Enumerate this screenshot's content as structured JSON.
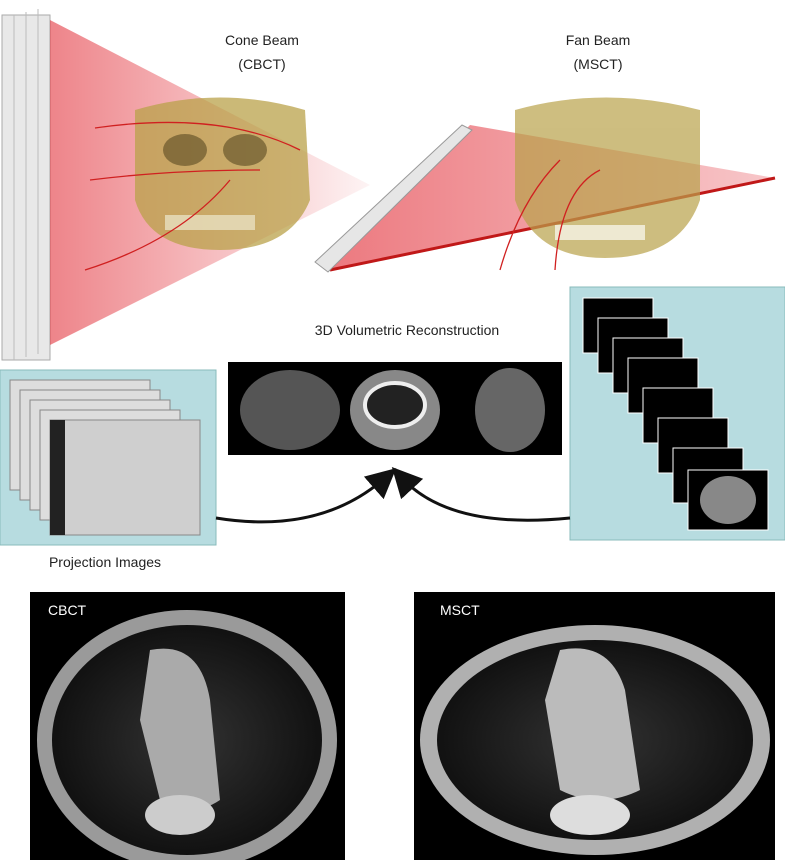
{
  "cone_beam": {
    "title": "Cone Beam",
    "subtitle": "(CBCT)"
  },
  "fan_beam": {
    "title": "Fan Beam",
    "subtitle": "(MSCT)"
  },
  "reconstruction": {
    "title": "3D Volumetric Reconstruction"
  },
  "projection": {
    "label": "Projection Images"
  },
  "bottom": {
    "cbct_label": "CBCT",
    "mscct_label": "MSCT"
  },
  "colors": {
    "beam": "#e0202a",
    "panel": "#b7dce0",
    "ct_bg": "#000000",
    "skull": "#b9a24a"
  }
}
